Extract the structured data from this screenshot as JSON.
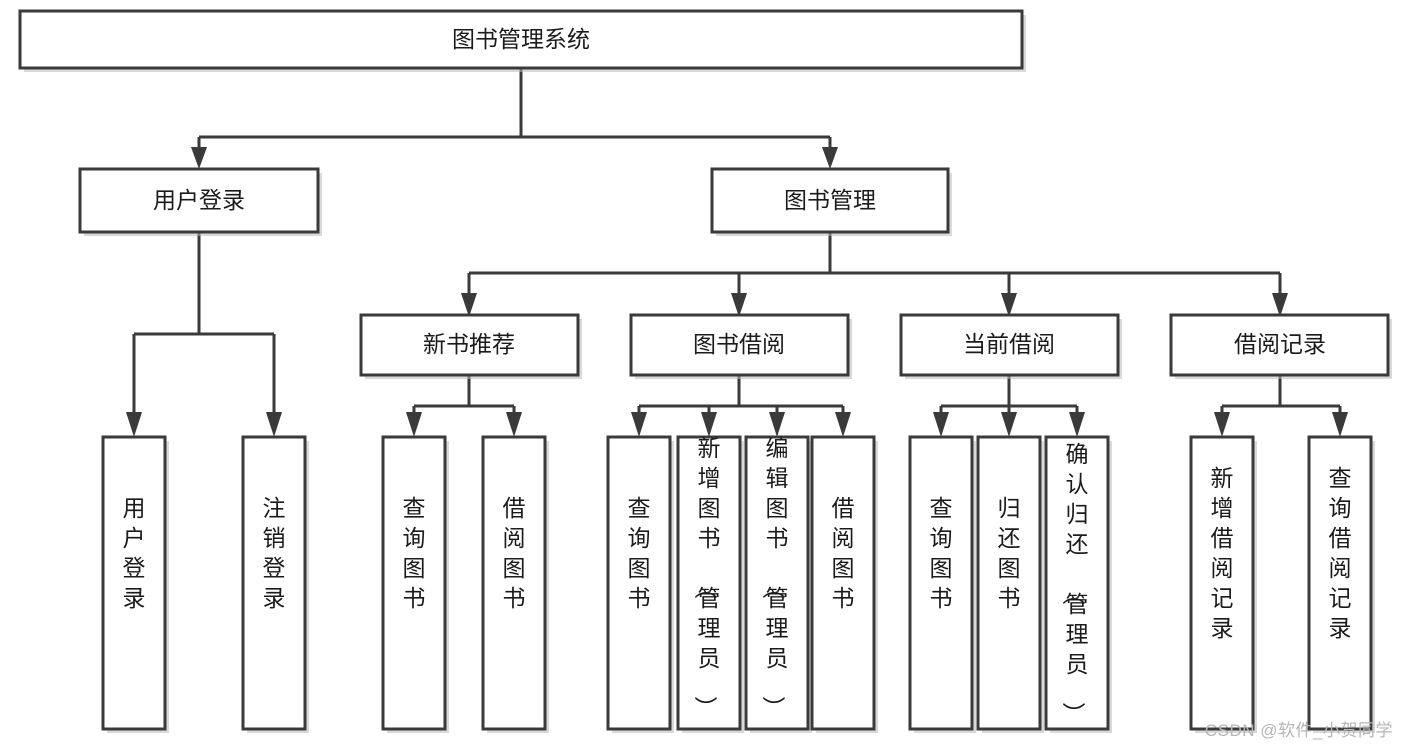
{
  "diagram": {
    "title": "图书管理系统",
    "type": "tree",
    "watermark": "CSDN @软件_小贺同学",
    "colors": {
      "stroke": "#3a3a3a",
      "fill": "#ffffff",
      "text": "#1b1b1b",
      "watermark": "#b5b5b5"
    },
    "root": {
      "label": "图书管理系统"
    },
    "level2": [
      {
        "id": "user-login",
        "label": "用户登录"
      },
      {
        "id": "book-manage",
        "label": "图书管理"
      }
    ],
    "level3": [
      {
        "id": "new-book-recommend",
        "label": "新书推荐"
      },
      {
        "id": "book-borrow",
        "label": "图书借阅"
      },
      {
        "id": "current-borrow",
        "label": "当前借阅"
      },
      {
        "id": "borrow-record",
        "label": "借阅记录"
      }
    ],
    "leaves": {
      "user-login": [
        {
          "id": "leaf-user-login",
          "label": "用户登录"
        },
        {
          "id": "leaf-user-logout",
          "label": "注销登录"
        }
      ],
      "new-book-recommend": [
        {
          "id": "leaf-query-book-1",
          "label": "查询图书"
        },
        {
          "id": "leaf-borrow-book-1",
          "label": "借阅图书"
        }
      ],
      "book-borrow": [
        {
          "id": "leaf-query-book-2",
          "label": "查询图书"
        },
        {
          "id": "leaf-add-book",
          "label": "新增图书（管理员）"
        },
        {
          "id": "leaf-edit-book",
          "label": "编辑图书（管理员）"
        },
        {
          "id": "leaf-borrow-book-2",
          "label": "借阅图书"
        }
      ],
      "current-borrow": [
        {
          "id": "leaf-query-book-3",
          "label": "查询图书"
        },
        {
          "id": "leaf-return-book",
          "label": "归还图书"
        },
        {
          "id": "leaf-confirm-return",
          "label": "确认归还（管理员）"
        }
      ],
      "borrow-record": [
        {
          "id": "leaf-add-record",
          "label": "新增借阅记录"
        },
        {
          "id": "leaf-query-record",
          "label": "查询借阅记录"
        }
      ]
    }
  }
}
